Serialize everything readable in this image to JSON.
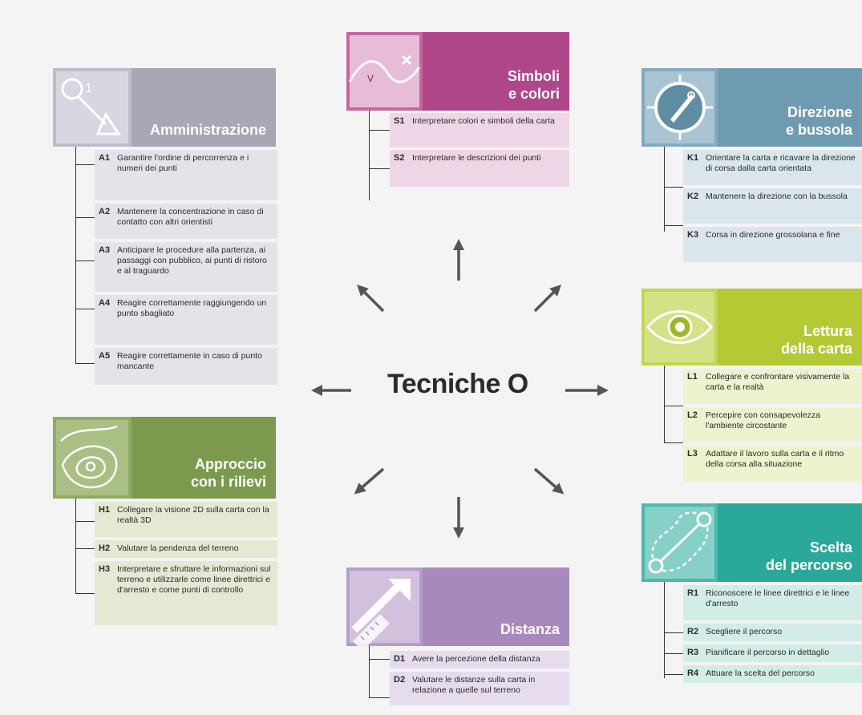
{
  "center": {
    "title": "Tecniche O"
  },
  "groups": {
    "simboli": {
      "title_line1": "Simboli",
      "title_line2": "e colori",
      "color": "#b0468a",
      "item_bg": "#efd6e6",
      "items": [
        {
          "code": "S1",
          "text": "Interpretare colori e simboli della carta"
        },
        {
          "code": "S2",
          "text": "Interpretare le descrizioni dei punti"
        }
      ]
    },
    "amministrazione": {
      "title_line1": "Amministrazione",
      "title_line2": "",
      "color": "#a9a6b6",
      "item_bg": "#e4e3ea",
      "items": [
        {
          "code": "A1",
          "text": "Garantire l'ordine di percorrenza e i numeri dei punti"
        },
        {
          "code": "A2",
          "text": "Mantenere la concentrazione in caso di contatto con altri orientisti"
        },
        {
          "code": "A3",
          "text": "Anticipare le procedure alla partenza, ai passaggi con pubblico, ai punti di ristoro e al traguardo"
        },
        {
          "code": "A4",
          "text": "Reagire correttamente raggiungendo un punto sbagliato"
        },
        {
          "code": "A5",
          "text": "Reagire correttamente in caso di punto mancante"
        }
      ]
    },
    "direzione": {
      "title_line1": "Direzione",
      "title_line2": "e bussola",
      "color": "#6f9bb0",
      "item_bg": "#dbe6ec",
      "items": [
        {
          "code": "K1",
          "text": "Orientare la carta e ricavare la direzione di corsa dalla carta orientata"
        },
        {
          "code": "K2",
          "text": "Mantenere la direzione con la bussola"
        },
        {
          "code": "K3",
          "text": "Corsa in direzione grossolana e fine"
        }
      ]
    },
    "lettura": {
      "title_line1": "Lettura",
      "title_line2": "della carta",
      "color": "#b5c935",
      "item_bg": "#eef2cf",
      "items": [
        {
          "code": "L1",
          "text": "Collegare e confrontare visivamente la carta e la realtà"
        },
        {
          "code": "L2",
          "text": "Percepire con consapevolezza l'ambiente circostante"
        },
        {
          "code": "L3",
          "text": "Adattare il lavoro sulla carta e il ritmo della corsa alla situazione"
        }
      ]
    },
    "approccio": {
      "title_line1": "Approccio",
      "title_line2": "con i rilievi",
      "color": "#7c9a4e",
      "item_bg": "#e3e9d3",
      "items": [
        {
          "code": "H1",
          "text": "Collegare la visione 2D sulla carta con la realtà 3D"
        },
        {
          "code": "H2",
          "text": "Valutare la pendenza del terreno"
        },
        {
          "code": "H3",
          "text": "Interpretare e sfruttare le informazioni sul terreno e utilizzarle come linee direttrici e d'arresto e come punti di controllo"
        }
      ]
    },
    "scelta": {
      "title_line1": "Scelta",
      "title_line2": "del percorso",
      "color": "#2aa99b",
      "item_bg": "#d2ece8",
      "items": [
        {
          "code": "R1",
          "text": "Riconoscere le linee direttrici e le linee d'arresto"
        },
        {
          "code": "R2",
          "text": "Scegliere il percorso"
        },
        {
          "code": "R3",
          "text": "Pianificare il percorso in dettaglio"
        },
        {
          "code": "R4",
          "text": "Attuare la scelta del percorso"
        }
      ]
    },
    "distanza": {
      "title_line1": "Distanza",
      "title_line2": "",
      "color": "#a789bd",
      "item_bg": "#e6dcee",
      "items": [
        {
          "code": "D1",
          "text": "Avere la percezione della distanza"
        },
        {
          "code": "D2",
          "text": "Valutare le distanze sulla carta in relazione a quelle sul terreno"
        }
      ]
    }
  }
}
